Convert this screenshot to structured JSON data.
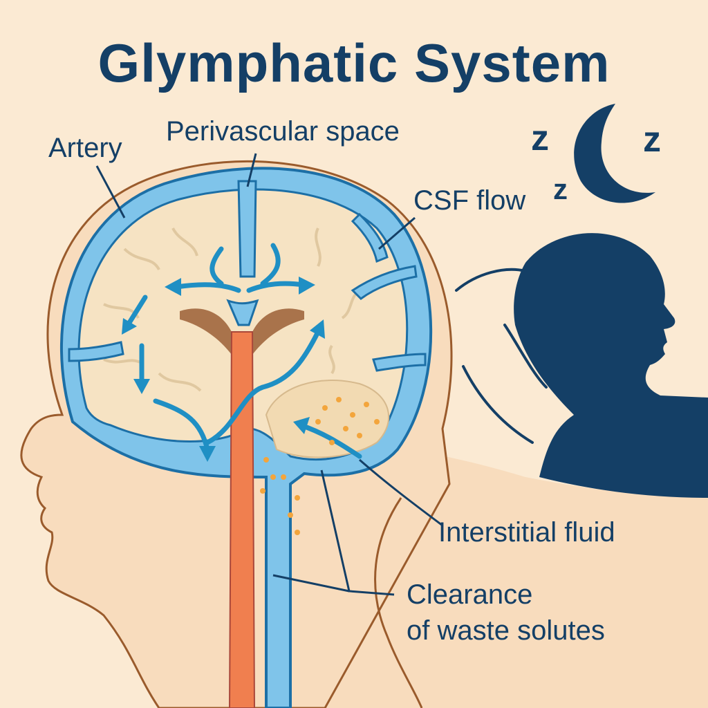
{
  "title": "Glymphatic System",
  "labels": {
    "artery": "Artery",
    "perivascular_space": "Perivascular space",
    "csf_flow": "CSF flow",
    "interstitial_fluid": "Interstitial fluid",
    "clearance_line1": "Clearance",
    "clearance_line2": "of waste solutes"
  },
  "sleep_letters": [
    "z",
    "z",
    "z"
  ],
  "colors": {
    "background": "#fbead3",
    "skin": "#f8dcbd",
    "brain": "#f6e3c3",
    "csf_blue": "#7fc4ea",
    "csf_outline": "#1c6fa6",
    "arrow_blue": "#1f8fc4",
    "artery_orange": "#f07f4f",
    "brainstem_brown": "#a9734b",
    "navy": "#143f66",
    "waste_dots": "#f3a53c"
  }
}
